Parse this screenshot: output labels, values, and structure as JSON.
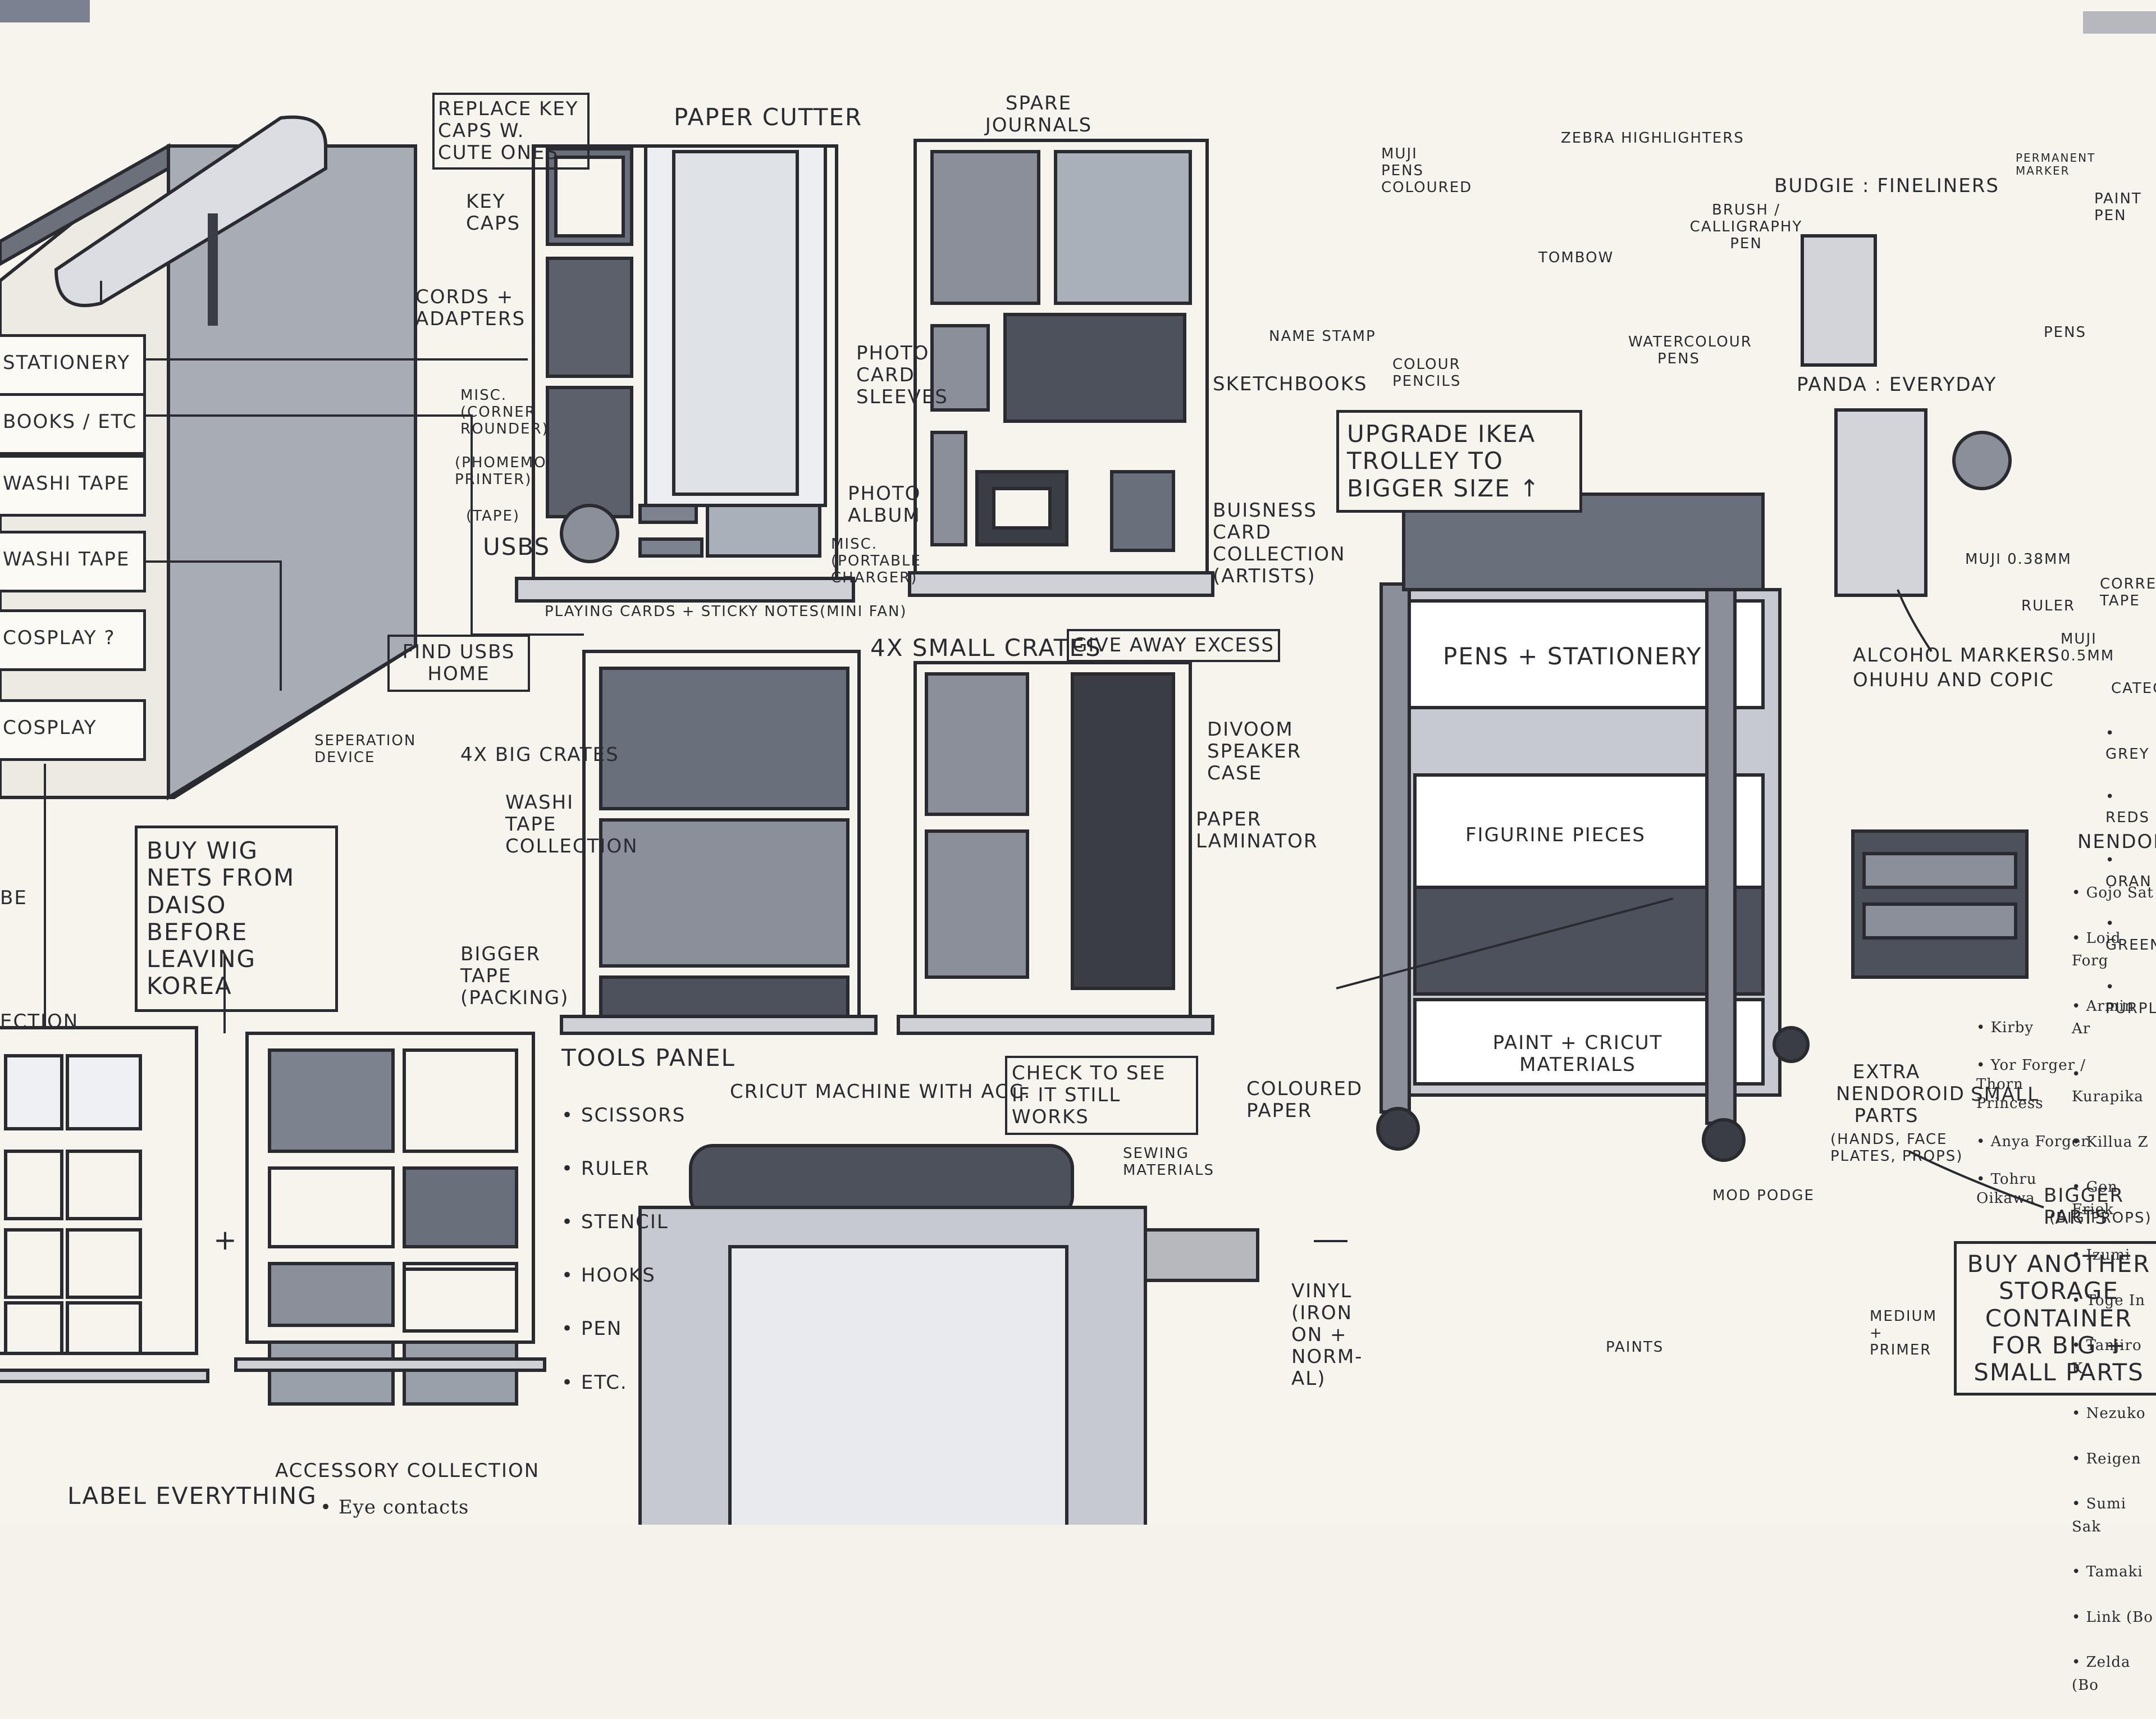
{
  "drawers": [
    "STATIONERY",
    "BOOKS / ETC",
    "WASHI TAPE",
    "WASHI TAPE",
    "COSPLAY ?",
    "COSPLAY"
  ],
  "drawer_side_text": [
    "BE",
    "ECTION"
  ],
  "keycaps_panel": {
    "note": "REPLACE KEY CAPS w. CUTE ONES",
    "title": "PAPER CUTTER",
    "key_caps": "KEY CAPS",
    "cords": "CORDS + ADAPTERS",
    "misc1": "MISC. (CORNER ROUNDER)",
    "phomemo": "(PHOMEMO PRINTER)",
    "tape": "(TAPE)",
    "usbs": "USBS",
    "misc2": "MISC. (PORTABLE CHARGER)",
    "mini_fan": "(MINI FAN)",
    "playing_cards": "PLAYING CARDS + STICKY NOTES",
    "find_usbs": "FIND USBS HOME"
  },
  "journals_panel": {
    "spare": "SPARE JOURNALS",
    "photo_card": "PHOTO CARD SLEEVES",
    "sketchbooks": "SKETCHBOOKS",
    "photo_album": "PHOTO ALBUM",
    "business": "BUISNESS CARD COLLECTION (ARTISTS)"
  },
  "crates": {
    "small": "4x SMALL CRATES",
    "give_away": "GIVE AWAY EXCESS",
    "big": "4x BIG Crates",
    "seperation": "SEPERATION DEVICE",
    "washi_coll": "WASHI TAPE COLLECTION",
    "bigger_tape": "BIGGER TAPE (PACKING)",
    "divoom": "DIVOOM SPEAKER CASE",
    "laminator": "PAPER LAMINATOR"
  },
  "wig_note": "BUY WIG NETS FROM DAISO BEFORE LEAVING KOREA",
  "tools_panel": {
    "title": "TOOLS PANEL",
    "items": [
      "Scissors",
      "RULER",
      "STENCIL",
      "HOOKS",
      "PEN",
      "Etc."
    ],
    "cricut": "CRICUT MACHINE with ACC.",
    "check": "CHECK TO SEE IF IT STILL WORKS",
    "plus": "+"
  },
  "bottom_left": {
    "label_everything": "LABEL EVERYTHING",
    "accessory": "ACCESSORY COLLECTION",
    "eye": "• Eye contacts"
  },
  "pens": {
    "muji_coloured": "MUJI PENS COLOURED",
    "zebra": "ZEBRA HIGHLIGHTERS",
    "tombow": "TOMBOW",
    "brush": "BRUSH / CALLIGRAPHY PEN",
    "colour_pencils": "COLOUR PENCILS",
    "watercolour": "WATERCOLOUR PENS",
    "name_stamp": "NAME STAMP",
    "budgie": "BUDGIE : FINELINERS",
    "permanent": "PERMANENT MARKER",
    "paint_pen": "PAINT PEN",
    "pens": "PENS",
    "panda": "PANDA : EVERYDAY",
    "muji_038": "MUJI 0.38mm",
    "ruler": "RULER",
    "correction": "CORRECTION TAPE",
    "muji_05": "MUJI 0.5mm",
    "alcohol": "ALCOHOL MARKERS",
    "ohuhu": "OHUHU AND COPIC"
  },
  "trolley": {
    "upgrade": "UPGRADE IKEA TROLLEY TO BIGGER SIZE ↑",
    "shelf1": "PENS + STATIONERY",
    "shelf2": "FIGURINE PIECES",
    "shelf3": "PAINT + CRICUT MATERIALS",
    "coloured_paper": "COLOURED PAPER",
    "sewing": "SEWING MATERIALS",
    "vinyl": "VINYL (IRON ON + NORM-AL)",
    "mod_podge": "MOD PODGE",
    "paints": "PAINTS",
    "medium": "MEDIUM + PRIMER"
  },
  "nendoroid": {
    "extra": "EXTRA NENDOROID PARTS",
    "extra_sub": "(HANDS, FACE PLATES, PROPS)",
    "small": "SMALL",
    "bigger": "BIGGER PARTS",
    "bigger_sub": "(BIG PROPS)",
    "buy_another": "BUY ANOTHER STORAGE CONTAINER FOR BIG + SMALL PARTS",
    "nendo_title": "NENDOROI",
    "names_left": [
      "• Kirby",
      "• Yor Forger / Thorn Princess",
      "• Anya Forger",
      "• Tohru Oikawa"
    ],
    "names_right": [
      "• Gojo Sat",
      "• Loid Forg",
      "• Armin Ar",
      "• Kurapika",
      "• Killua Z",
      "• Gon Friek",
      "• Izumi",
      "• Toge In",
      "• Tanjiro K",
      "• Nezuko",
      "• Reigen",
      "• Sumi Sak",
      "• Tamaki",
      "• Link (Bo",
      "• Zelda (Bo"
    ],
    "category": "CATEG",
    "colors": [
      "• GREY",
      "• REDS",
      "• ORAN",
      "• GREEN",
      "• PURPL"
    ]
  }
}
